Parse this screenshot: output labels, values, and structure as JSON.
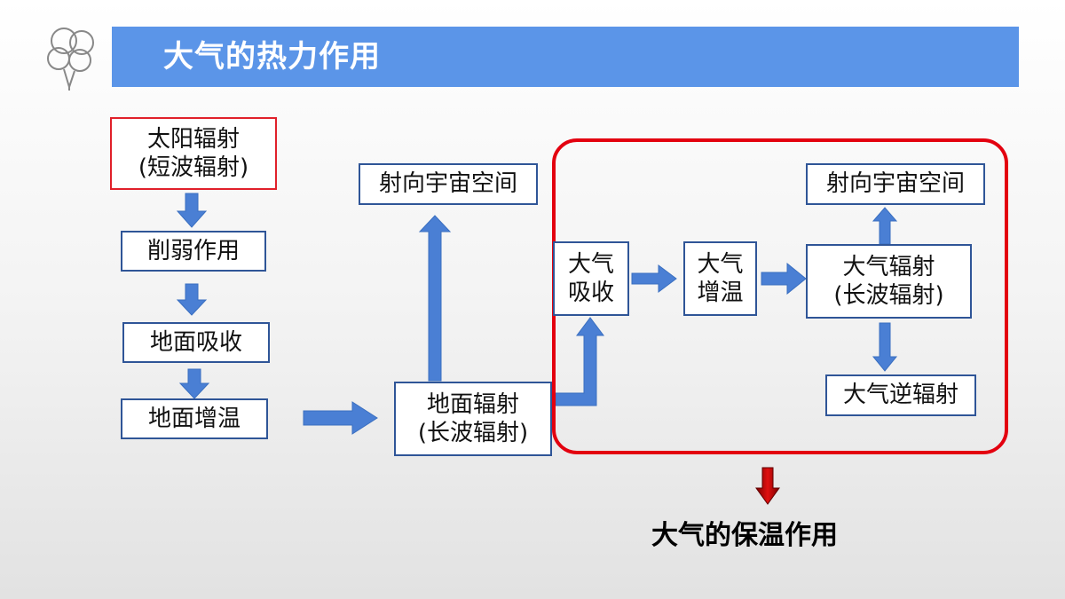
{
  "header": {
    "title": "大气的热力作用"
  },
  "nodes": {
    "solar_radiation": [
      "太阳辐射",
      "(短波辐射)"
    ],
    "weakening": "削弱作用",
    "ground_absorb": "地面吸收",
    "ground_warm": "地面增温",
    "space_left": "射向宇宙空间",
    "ground_radiation": [
      "地面辐射",
      "(长波辐射)"
    ],
    "atmos_absorb": [
      "大气",
      "吸收"
    ],
    "atmos_warm": [
      "大气",
      "增温"
    ],
    "atmos_radiation": [
      "大气辐射",
      "(长波辐射)"
    ],
    "space_right": "射向宇宙空间",
    "counter_radiation": "大气逆辐射"
  },
  "conclusion": "大气的保温作用",
  "colors": {
    "title_bar": "#5b95e8",
    "arrow": "#4a7fd4",
    "box_border": "#2f5597",
    "highlight": "#e3000f",
    "down_arrow": "#c00000"
  }
}
